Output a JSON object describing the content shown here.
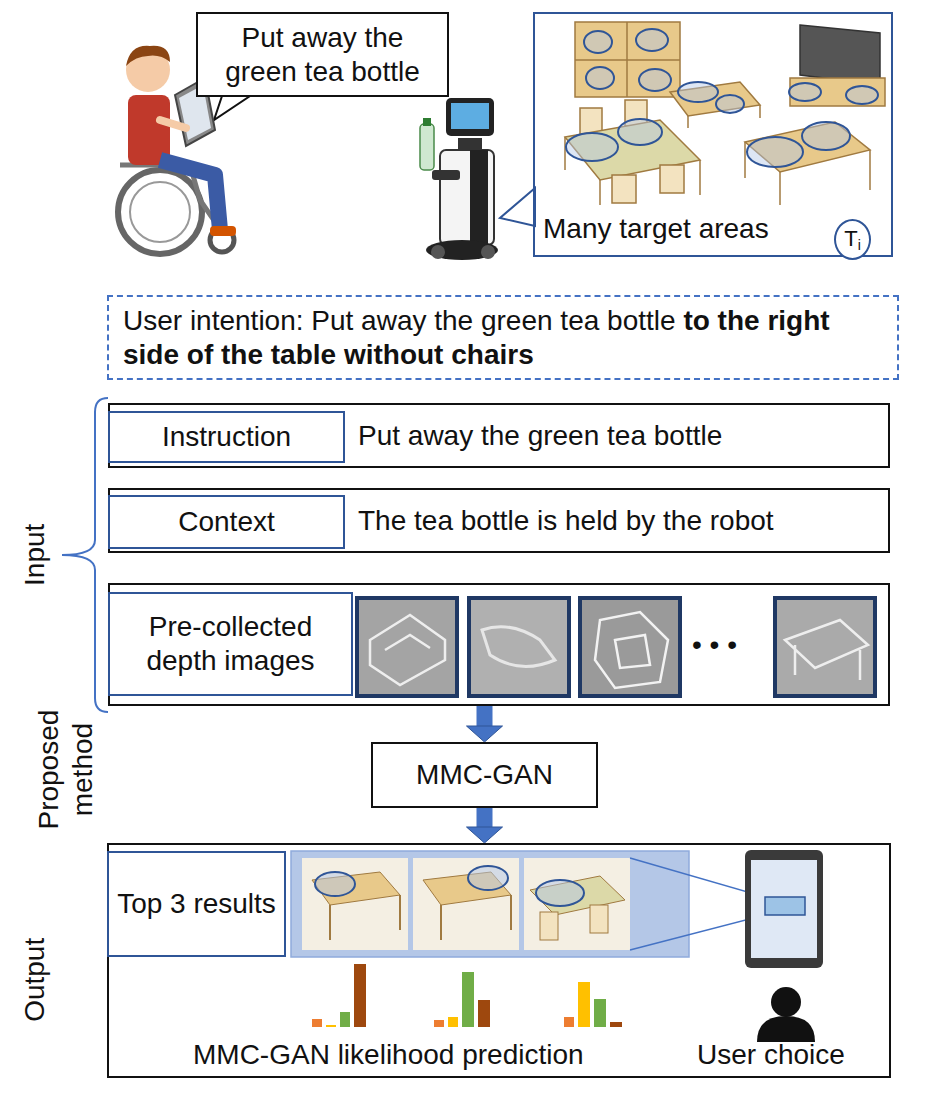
{
  "diagram": {
    "nodes": [
      {
        "text": [
          "Put away the green tea bottle"
        ]
      },
      {
        "text": [
          "Many target areas"
        ]
      },
      {
        "text": [
          "T",
          "i"
        ],
        "in": 1
      },
      {
        "text": [
          "User intention: Put away the green tea bottle",
          "to the right side of the table without chairs"
        ]
      },
      {
        "text": [
          "Put away the green tea bottle"
        ]
      },
      {
        "text": [
          "Instruction"
        ],
        "in": 4
      },
      {
        "text": [
          "The tea bottle is held by the robot"
        ]
      },
      {
        "text": [
          "Context"
        ],
        "in": 6
      },
      {
        "text": [
          "• • •"
        ]
      },
      {
        "text": [
          "Pre-collected depth images"
        ],
        "in": 8
      },
      {
        "text": [
          "MMC-GAN"
        ]
      },
      {
        "text": [
          "MMC-GAN likelihood prediction",
          "User choice"
        ]
      },
      {
        "text": [
          "Top 3 results"
        ],
        "in": 11
      }
    ],
    "edges": [
      {
        "from": 8,
        "to": 10,
        "arrow": "to"
      },
      {
        "from": 10,
        "to": 11,
        "arrow": "to"
      }
    ],
    "labels": [
      "Input",
      "Proposed method",
      "Output"
    ]
  }
}
